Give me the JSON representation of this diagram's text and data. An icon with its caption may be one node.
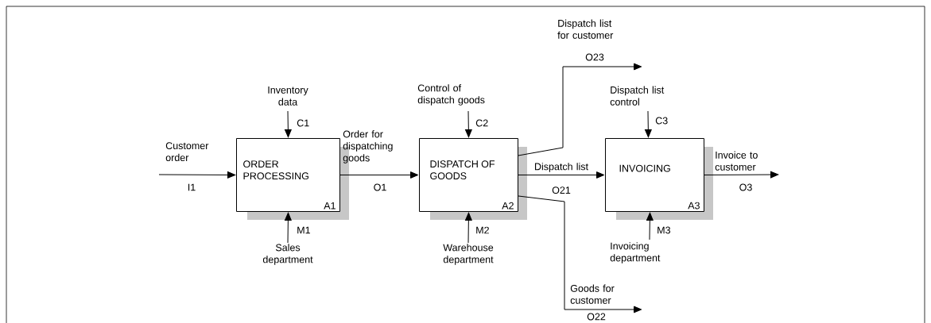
{
  "diagram": {
    "nodes": [
      {
        "text": [
          "ORDER PROCESSING",
          "A1"
        ]
      },
      {
        "text": [
          "DISPATCH OF GOODS",
          "A2"
        ]
      },
      {
        "text": [
          "INVOICING",
          "A3"
        ]
      }
    ],
    "edges": [
      {
        "from": null,
        "to": 0,
        "arrow": "to",
        "label": "Customer order"
      },
      {
        "from": null,
        "to": 0,
        "arrow": "to",
        "label": "Inventory data"
      },
      {
        "from": null,
        "to": 0,
        "arrow": "to",
        "label": "Sales department"
      },
      {
        "from": 0,
        "to": 1,
        "arrow": "to",
        "label": "Order for dispatching goods"
      },
      {
        "from": null,
        "to": 1,
        "arrow": "to",
        "label": "Control of dispatch goods"
      },
      {
        "from": null,
        "to": 1,
        "arrow": "to",
        "label": "Warehouse department"
      },
      {
        "from": 1,
        "to": null,
        "arrow": "to",
        "label": "Dispatch list for customer"
      },
      {
        "from": 1,
        "to": 2,
        "arrow": "to",
        "label": "Dispatch list"
      },
      {
        "from": 1,
        "to": null,
        "arrow": "to",
        "label": "Goods for customer"
      },
      {
        "from": null,
        "to": 2,
        "arrow": "to",
        "label": "Dispatch list control"
      },
      {
        "from": null,
        "to": 2,
        "arrow": "to",
        "label": "Invoicing department"
      },
      {
        "from": 2,
        "to": null,
        "arrow": "to",
        "label": "Invoice to customer"
      }
    ],
    "labels": [
      "O23",
      "C1",
      "C2",
      "C3",
      "I1",
      "O1",
      "O21",
      "O3",
      "M1",
      "M2",
      "M3",
      "O22"
    ]
  }
}
